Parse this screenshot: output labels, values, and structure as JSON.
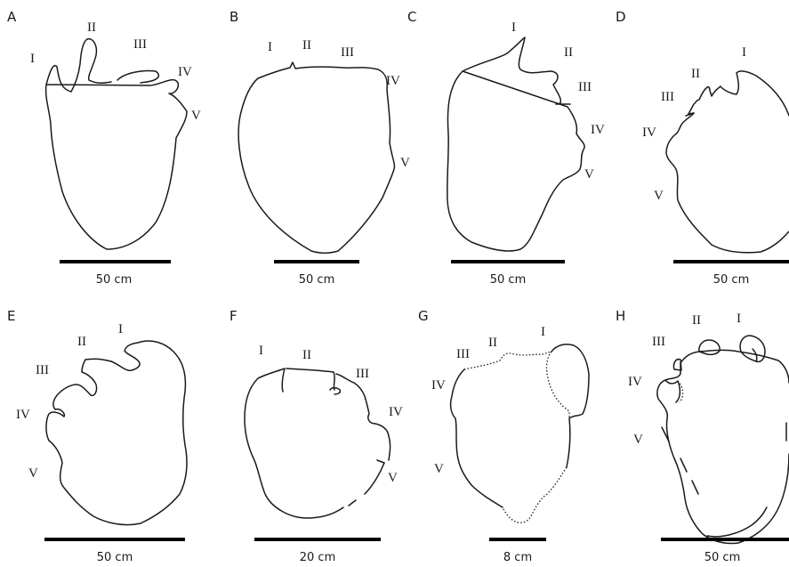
{
  "panels": [
    {
      "letter": "A",
      "scale": "50 cm",
      "labels": [
        "I",
        "II",
        "III",
        "IV",
        "V"
      ]
    },
    {
      "letter": "B",
      "scale": "50 cm",
      "labels": [
        "I",
        "II",
        "III",
        "IV",
        "V"
      ]
    },
    {
      "letter": "C",
      "scale": "50 cm",
      "labels": [
        "I",
        "II",
        "III",
        "IV",
        "V"
      ]
    },
    {
      "letter": "D",
      "scale": "50 cm",
      "labels": [
        "I",
        "II",
        "III",
        "IV",
        "V"
      ]
    },
    {
      "letter": "E",
      "scale": "50 cm",
      "labels": [
        "I",
        "II",
        "III",
        "IV",
        "V"
      ]
    },
    {
      "letter": "F",
      "scale": "20 cm",
      "labels": [
        "I",
        "II",
        "III",
        "IV",
        "V"
      ]
    },
    {
      "letter": "G",
      "scale": "8 cm",
      "labels": [
        "I",
        "II",
        "III",
        "IV",
        "V"
      ]
    },
    {
      "letter": "H",
      "scale": "50 cm",
      "labels": [
        "I",
        "II",
        "III",
        "IV",
        "V"
      ]
    }
  ]
}
